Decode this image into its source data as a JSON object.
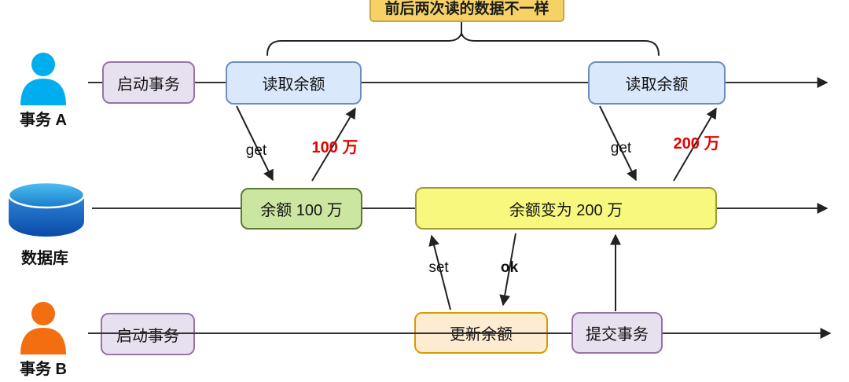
{
  "annotation": {
    "label": "前后两次读的数据不一样"
  },
  "lane_a": {
    "actor_label": "事务 A",
    "start_box": "启动事务",
    "read_box_1": "读取余额",
    "read_box_2": "读取余额"
  },
  "lane_db": {
    "actor_label": "数据库",
    "balance_box_1": "余额 100 万",
    "balance_box_2": "余额变为 200 万"
  },
  "lane_b": {
    "actor_label": "事务 B",
    "start_box": "启动事务",
    "update_box": "更新余额",
    "commit_box": "提交事务"
  },
  "arrow_labels": {
    "get_1": "get",
    "value_1": "100 万",
    "get_2": "get",
    "value_2": "200 万",
    "set": "set",
    "ok": "ok"
  },
  "colors": {
    "annotation_fill": "#F5D266",
    "annotation_border": "#C7A648",
    "purple_fill": "#E7E0EE",
    "purple_border": "#9673A6",
    "blue_fill": "#DAE8FC",
    "blue_border": "#6C8EBF",
    "green_fill": "#CBE6A0",
    "green_border": "#5B7A2F",
    "yellow_fill": "#F7F87D",
    "yellow_border": "#9A9B37",
    "orange_fill": "#FDEBD2",
    "orange_border": "#D79B00",
    "value_text": "#E60000",
    "actor_a": "#00AEEF",
    "actor_b": "#F36E11",
    "line": "#333333"
  }
}
